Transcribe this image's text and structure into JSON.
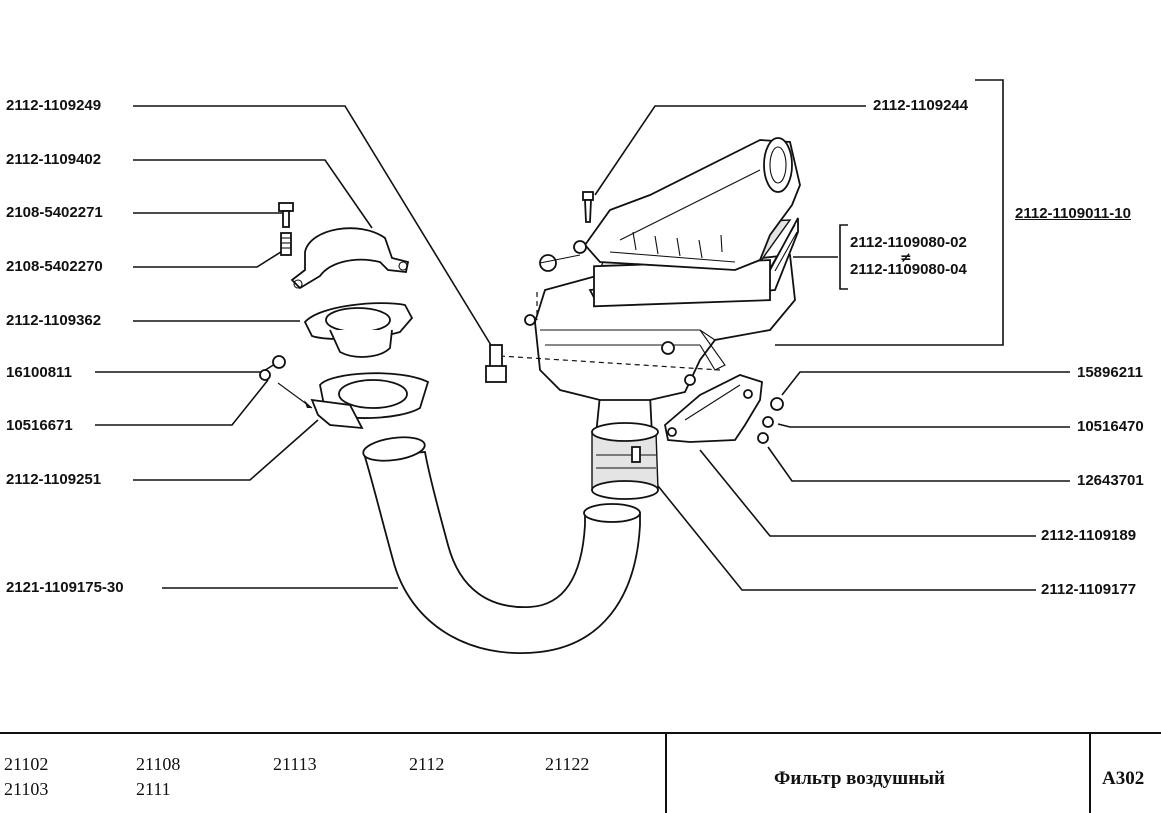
{
  "callouts": {
    "l1": "2112-1109249",
    "l2": "2112-1109402",
    "l3": "2108-5402271",
    "l4": "2108-5402270",
    "l5": "2112-1109362",
    "l6": "16100811",
    "l7": "10516671",
    "l8": "2112-1109251",
    "l9": "2121-1109175-30",
    "r1": "2112-1109244",
    "r2": "2112-1109011-10",
    "r3a": "2112-1109080-02",
    "r3b": "2112-1109080-04",
    "r4": "15896211",
    "r5": "10516470",
    "r6": "12643701",
    "r7": "2112-1109189",
    "r8": "2112-1109177"
  },
  "neq_symbol": "≠",
  "footer": {
    "models": [
      "21102",
      "21108",
      "21113",
      "2112",
      "21122",
      "21103",
      "2111"
    ],
    "title": "Фильтр воздушный",
    "code": "А302"
  }
}
